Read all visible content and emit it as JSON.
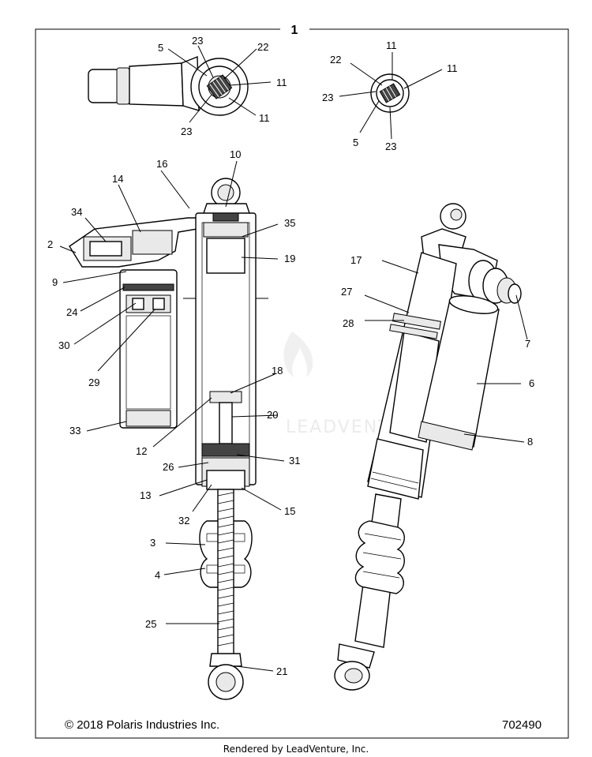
{
  "assembly_number": "1",
  "copyright": "© 2018 Polaris Industries Inc.",
  "part_number": "702490",
  "rendered_by": "Rendered by LeadVenture, Inc.",
  "watermark": "LEADVENTURE",
  "callouts": {
    "c5a": "5",
    "c23a": "23",
    "c22a": "22",
    "c11a": "11",
    "c11b": "11",
    "c23b": "23",
    "c11c": "11",
    "c11d": "11",
    "c22b": "22",
    "c23c": "23",
    "c5b": "5",
    "c23d": "23",
    "c10": "10",
    "c16": "16",
    "c14": "14",
    "c34": "34",
    "c35": "35",
    "c2": "2",
    "c19": "19",
    "c17": "17",
    "c9": "9",
    "c24": "24",
    "c27": "27",
    "c28": "28",
    "c7": "7",
    "c30": "30",
    "c29": "29",
    "c18": "18",
    "c6": "6",
    "c20": "20",
    "c33": "33",
    "c12": "12",
    "c8": "8",
    "c26": "26",
    "c31": "31",
    "c13": "13",
    "c32": "32",
    "c15": "15",
    "c3": "3",
    "c4": "4",
    "c25": "25",
    "c21": "21"
  }
}
